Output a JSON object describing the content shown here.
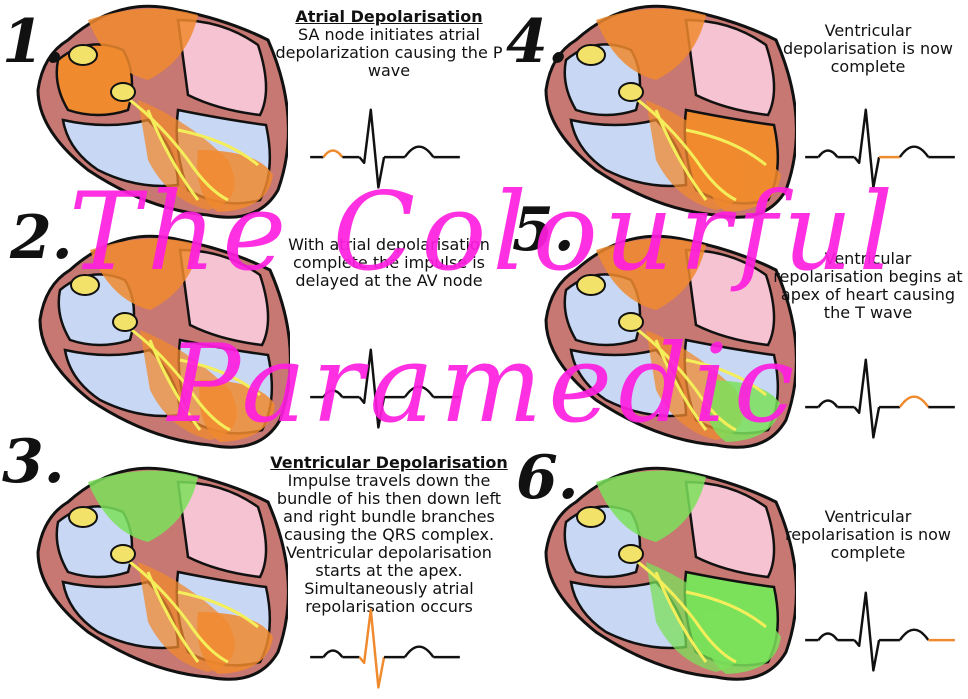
{
  "panels": [
    {
      "number": "1.",
      "heading": "Atrial Depolarisation",
      "text": "SA node initiates atrial depolarization causing the P wave",
      "highlight": "p",
      "state": "atria-orange"
    },
    {
      "number": "2.",
      "heading": "",
      "text": "With atrial depolarisation complete the impulse is delayed at the AV node",
      "highlight": "none",
      "state": "atria-orange"
    },
    {
      "number": "3.",
      "heading": "Ventricular Depolarisation",
      "text": "Impulse travels down the bundle of his then down left and right bundle branches causing the QRS complex. Ventricular depolarisation starts at the apex. Simultaneously atrial repolarisation occurs",
      "highlight": "qrs",
      "state": "atria-green"
    },
    {
      "number": "4.",
      "heading": "",
      "text": "Ventricular depolarisation is now complete",
      "highlight": "st",
      "state": "ventricles-orange"
    },
    {
      "number": "5.",
      "heading": "",
      "text": "Ventricular repolarisation begins at apex of heart causing the T wave",
      "highlight": "t",
      "state": "apex-green"
    },
    {
      "number": "6.",
      "heading": "",
      "text": "Ventricular repolarisation is now complete",
      "highlight": "end",
      "state": "all-green"
    }
  ],
  "watermark": {
    "line1": "The Colourful",
    "line2": "Paramedic",
    "color": "#ff1ee0"
  },
  "colors": {
    "orange": "#f08a2e",
    "green": "#7be05a",
    "pink": "#f6c3d2",
    "blue": "#c8d8f4",
    "wall": "#c87872",
    "nerve": "#f4ee5a",
    "ecg": "#111111"
  }
}
